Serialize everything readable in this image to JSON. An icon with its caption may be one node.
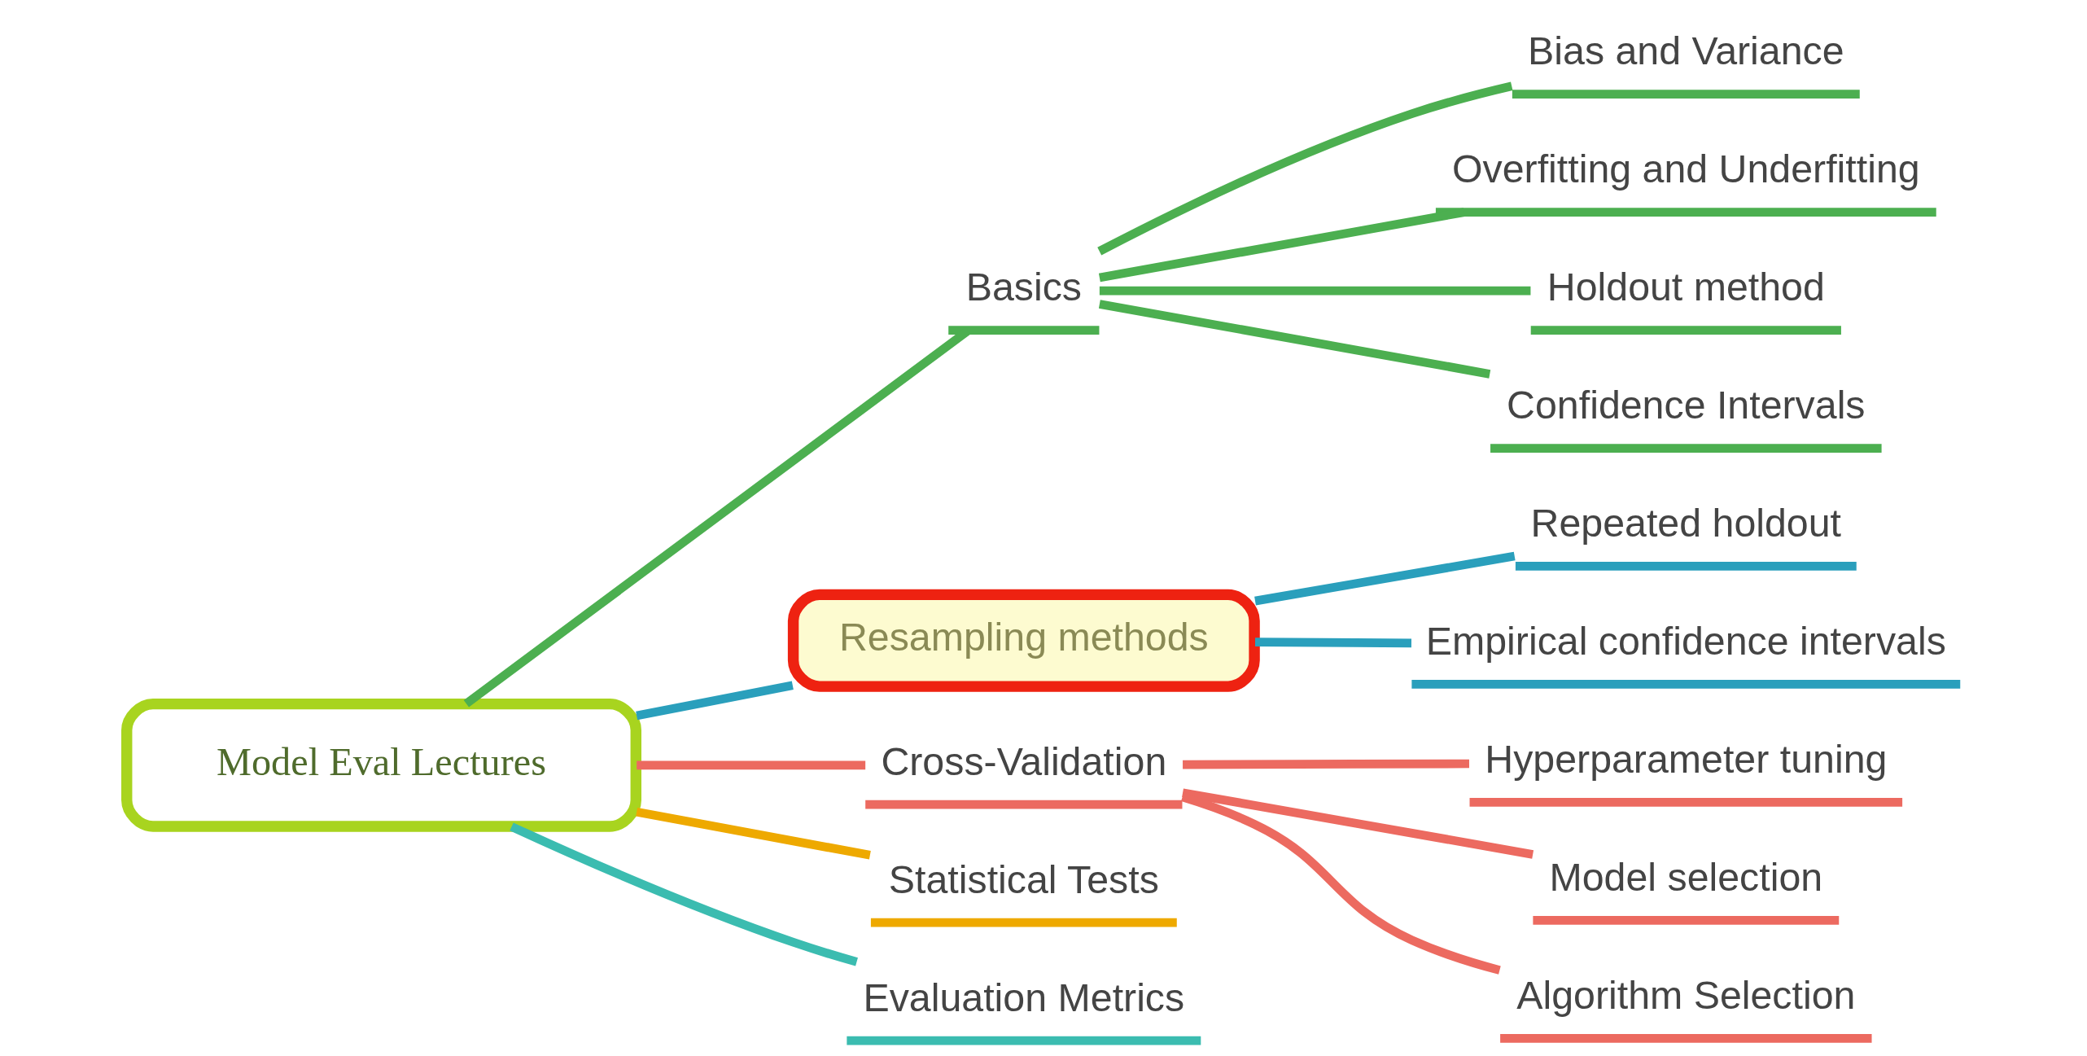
{
  "diagram": {
    "nodes": [
      {
        "text": [
          "Model Eval Lectures"
        ]
      },
      {
        "text": [
          "Basics"
        ]
      },
      {
        "text": [
          "Bias and Variance"
        ]
      },
      {
        "text": [
          "Overfitting and Underfitting"
        ]
      },
      {
        "text": [
          "Holdout method"
        ]
      },
      {
        "text": [
          "Confidence Intervals"
        ]
      },
      {
        "text": [
          "Resampling methods"
        ]
      },
      {
        "text": [
          "Repeated holdout"
        ]
      },
      {
        "text": [
          "Empirical confidence intervals"
        ]
      },
      {
        "text": [
          "Cross-Validation"
        ]
      },
      {
        "text": [
          "Hyperparameter tuning"
        ]
      },
      {
        "text": [
          "Model selection"
        ]
      },
      {
        "text": [
          "Algorithm Selection"
        ]
      },
      {
        "text": [
          "Statistical Tests"
        ]
      },
      {
        "text": [
          "Evaluation Metrics"
        ]
      }
    ],
    "edges": [
      {
        "from": 0,
        "to": 1,
        "arrow": "none"
      },
      {
        "from": 1,
        "to": 2,
        "arrow": "none"
      },
      {
        "from": 1,
        "to": 3,
        "arrow": "none"
      },
      {
        "from": 1,
        "to": 4,
        "arrow": "none"
      },
      {
        "from": 1,
        "to": 5,
        "arrow": "none"
      },
      {
        "from": 0,
        "to": 6,
        "arrow": "none",
        "color": "#2a9fbc"
      },
      {
        "from": 6,
        "to": 7,
        "arrow": "none",
        "color": "#2a9fbc"
      },
      {
        "from": 6,
        "to": 8,
        "arrow": "none",
        "color": "#2a9fbc"
      },
      {
        "from": 0,
        "to": 9,
        "arrow": "none",
        "color": "#ec6a60"
      },
      {
        "from": 9,
        "to": 10,
        "arrow": "none",
        "color": "#ec6a60"
      },
      {
        "from": 9,
        "to": 11,
        "arrow": "none",
        "color": "#ec6a60"
      },
      {
        "from": 9,
        "to": 12,
        "arrow": "none",
        "color": "#ec6a60"
      },
      {
        "from": 0,
        "to": 13,
        "arrow": "none",
        "color": "#eea900"
      },
      {
        "from": 0,
        "to": 14,
        "arrow": "none",
        "color": "#3bbcb0"
      }
    ]
  }
}
